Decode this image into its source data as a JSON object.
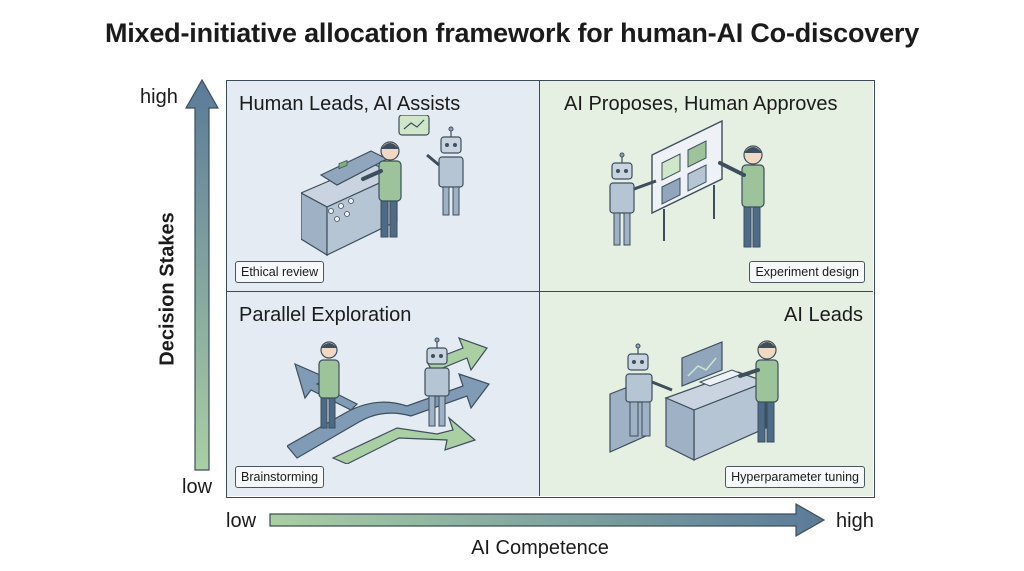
{
  "title": "Mixed-initiative allocation framework for human-AI Co-discovery",
  "axes": {
    "y": {
      "label": "Decision Stakes",
      "high": "high",
      "low": "low"
    },
    "x": {
      "label": "AI Competence",
      "low": "low",
      "high": "high"
    }
  },
  "quadrants": {
    "top_left": {
      "title": "Human Leads, AI Assists",
      "tag": "Ethical review"
    },
    "top_right": {
      "title": "AI Proposes, Human Approves",
      "tag": "Experiment design"
    },
    "bottom_left": {
      "title": "Parallel Exploration",
      "tag": "Brainstorming"
    },
    "bottom_right": {
      "title": "AI Leads",
      "tag": "Hyperparameter tuning"
    }
  },
  "colors": {
    "blue_quadrant": "#e4ebf3",
    "green_quadrant": "#e5efe2",
    "arrow_blue": "#5b7a99",
    "arrow_green": "#a9cfa3",
    "human_shirt": "#9cc39a",
    "human_pants": "#4d6a87"
  }
}
